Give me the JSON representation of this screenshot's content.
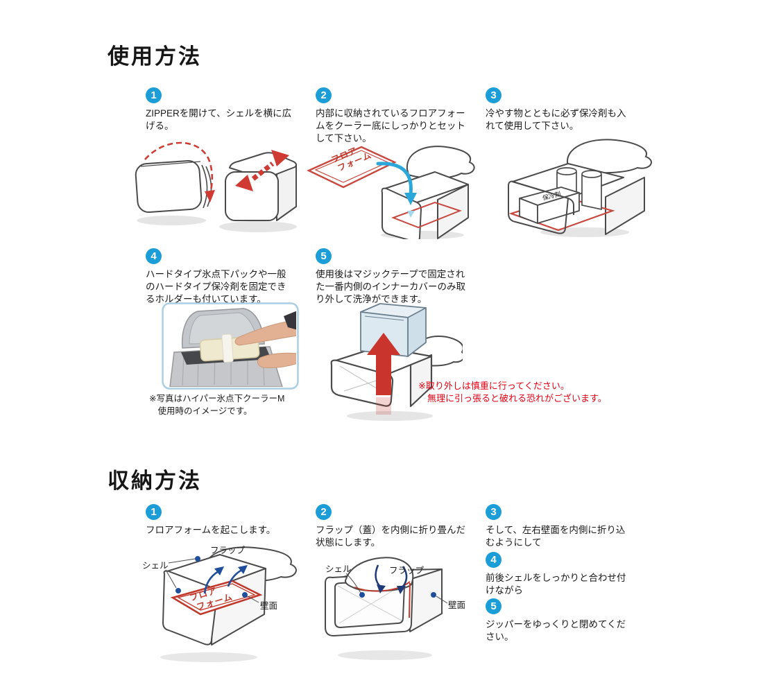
{
  "usage": {
    "title": "使用方法",
    "steps": [
      {
        "num": "1",
        "text": "ZIPPERを開けて、シェルを横に広\nげる。"
      },
      {
        "num": "2",
        "text": "内部に収納されているフロアフォー\nムをクーラー底にしっかりとセット\nして下さい。"
      },
      {
        "num": "3",
        "text": "冷やす物とともに必ず保冷剤も入\nれて使用して下さい。"
      },
      {
        "num": "4",
        "text": "ハードタイプ氷点下パックや一般\nのハードタイプ保冷剤を固定でき\nるホルダーも付いています。"
      },
      {
        "num": "5",
        "text": "使用後はマジックテープで固定され\nた一番内側のインナーカバーのみ取\nり外して洗浄ができます。"
      }
    ],
    "photo_caption": "※写真はハイパー氷点下クーラーM\n　使用時のイメージです。",
    "warning": "※取り外しは慎重に行ってください。\n　無理に引っ張ると破れる恐れがございます。"
  },
  "storage": {
    "title": "収納方法",
    "steps": [
      {
        "num": "1",
        "text": "フロアフォームを起こします。"
      },
      {
        "num": "2",
        "text": "フラップ（蓋）を内側に折り畳んだ\n状態にします。"
      },
      {
        "num": "3",
        "text": "そして、左右壁面を内側に折り込\nむようにして"
      },
      {
        "num": "4",
        "text": "前後シェルをしっかりと合わせ付\nけながら"
      },
      {
        "num": "5",
        "text": "ジッパーをゆっくりと閉めてくだ\nさい。"
      }
    ]
  },
  "diagram_labels": {
    "floor_foam_line1": "フロア",
    "floor_foam_line2": "フォーム",
    "ice_pack": "保冷剤",
    "shell": "シェル",
    "flap": "フラップ",
    "wall": "壁面"
  },
  "colors": {
    "badge_blue": "#1B9DD8",
    "warning_red": "#E60012",
    "diagram_red": "#C0392B",
    "arrow_blue": "#2BA7D9",
    "arrow_navy": "#1E3A78",
    "dot_blue": "#1E4E9C",
    "photo_border": "#AACFE4"
  }
}
